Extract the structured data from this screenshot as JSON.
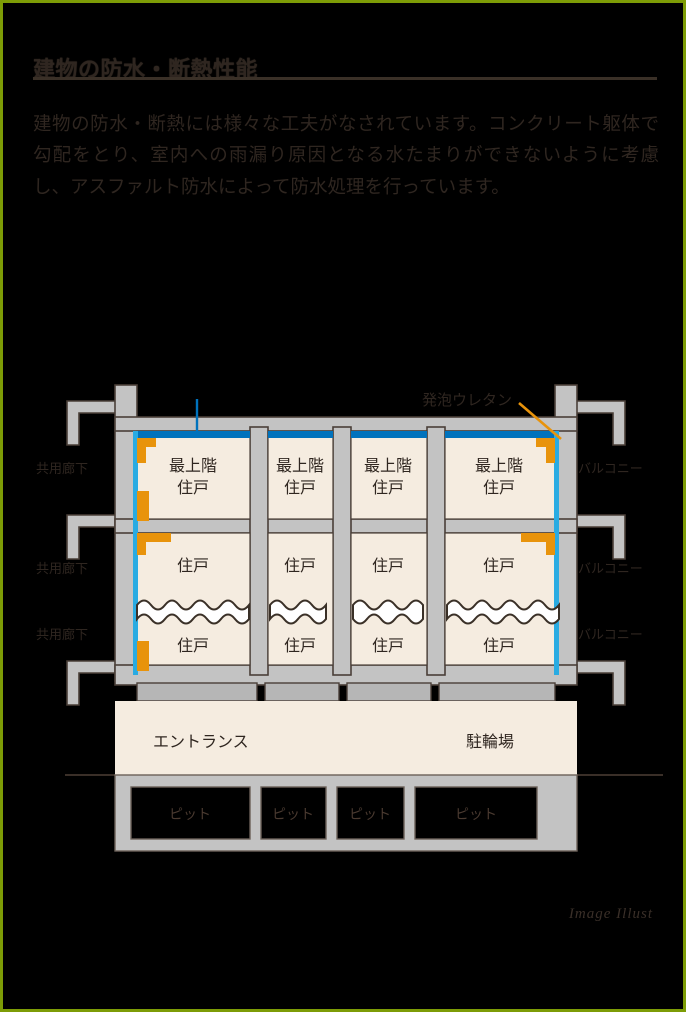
{
  "page": {
    "border_color": "#7d9c06",
    "background": "#000000",
    "watermark": "Image Illust"
  },
  "header": {
    "title": "建物の防水・断熱性能",
    "divider_color": "#3a3027"
  },
  "body": {
    "paragraph": "建物の防水・断熱には様々な工夫がなされています。コンクリート躯体で勾配をとり、室内への雨漏り原因となる水たまりができないように考慮し、アスファルト防水によって防水処理を行っています。"
  },
  "diagram": {
    "colors": {
      "wall": "#c3c3c3",
      "wall_stroke": "#4a3f38",
      "room_fill": "#f5ece0",
      "room_stroke": "#4a3f38",
      "waterproof_blue": "#0072bc",
      "insulation_light_blue": "#29abe2",
      "urethane_orange": "#e8930b",
      "pit_fill": "#000000",
      "pit_stroke": "#6b6059",
      "text": "#2f2620",
      "ground_line": "#3a2f28"
    },
    "callouts": [
      {
        "id": "urethane",
        "label": "発泡ウレタン",
        "leader_color": "#e8930b"
      }
    ],
    "left_labels": [
      {
        "label": "共用廊下"
      },
      {
        "label": "共用廊下"
      },
      {
        "label": "共用廊下"
      }
    ],
    "right_labels": [
      {
        "label": "バルコニー"
      },
      {
        "label": "バルコニー"
      },
      {
        "label": "バルコニー"
      }
    ],
    "floors": [
      {
        "name": "top-floor",
        "units": [
          {
            "line1": "最上階",
            "line2": "住戸"
          },
          {
            "line1": "最上階",
            "line2": "住戸"
          },
          {
            "line1": "最上階",
            "line2": "住戸"
          },
          {
            "line1": "最上階",
            "line2": "住戸"
          }
        ]
      },
      {
        "name": "middle-floor",
        "units": [
          {
            "line1": "住戸",
            "line2": ""
          },
          {
            "line1": "住戸",
            "line2": ""
          },
          {
            "line1": "住戸",
            "line2": ""
          },
          {
            "line1": "住戸",
            "line2": ""
          }
        ]
      },
      {
        "name": "lower-floor",
        "units": [
          {
            "line1": "住戸",
            "line2": ""
          },
          {
            "line1": "住戸",
            "line2": ""
          },
          {
            "line1": "住戸",
            "line2": ""
          },
          {
            "line1": "住戸",
            "line2": ""
          }
        ]
      }
    ],
    "ground_level": {
      "left_label": "エントランス",
      "right_label": "駐輪場"
    },
    "pits": [
      {
        "label": "ピット"
      },
      {
        "label": "ピット"
      },
      {
        "label": "ピット"
      },
      {
        "label": "ピット"
      }
    ]
  }
}
